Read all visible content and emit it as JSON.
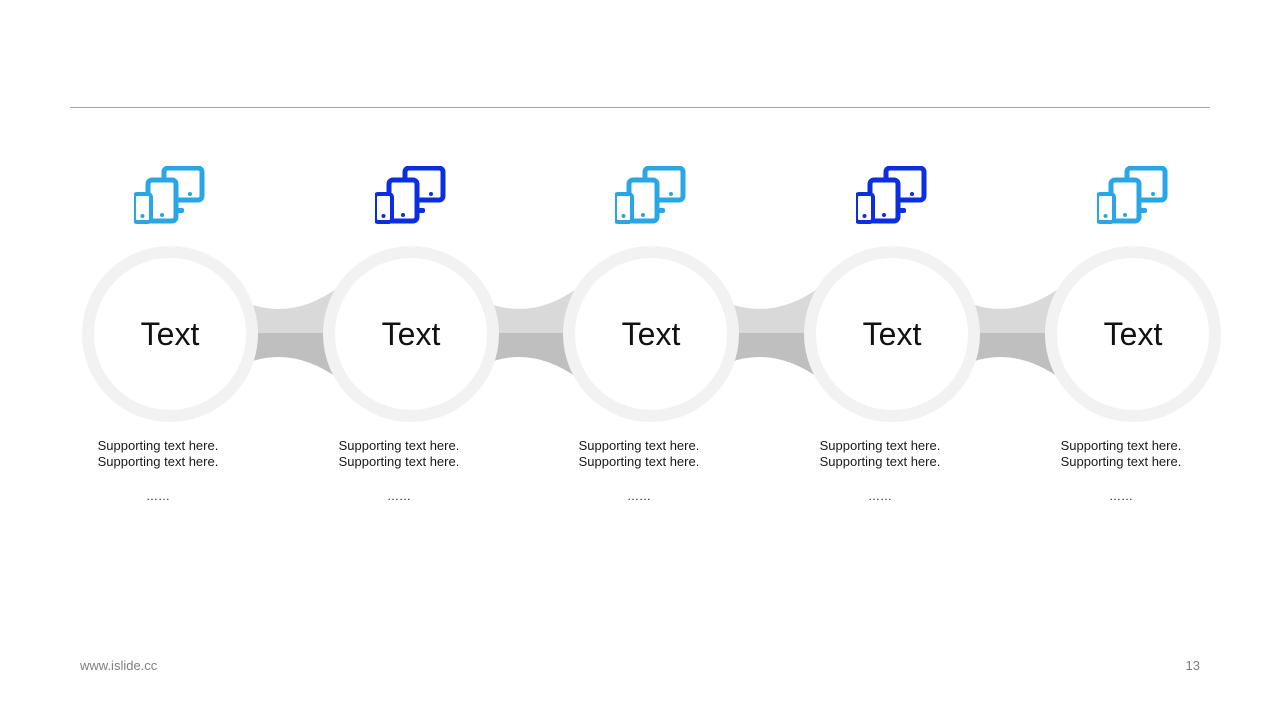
{
  "colors": {
    "light_blue": "#29a6e6",
    "dark_blue": "#0a2fe0"
  },
  "steps": [
    {
      "icon": "devices-icon",
      "title": "Text",
      "line1": "Supporting  text here.",
      "line2": "Supporting  text here.",
      "dots": "……",
      "color": "#29a6e6"
    },
    {
      "icon": "devices-icon",
      "title": "Text",
      "line1": "Supporting  text here.",
      "line2": "Supporting  text here.",
      "dots": "……",
      "color": "#0a2fe0"
    },
    {
      "icon": "devices-icon",
      "title": "Text",
      "line1": "Supporting  text here.",
      "line2": "Supporting  text here.",
      "dots": "……",
      "color": "#29a6e6"
    },
    {
      "icon": "devices-icon",
      "title": "Text",
      "line1": "Supporting  text here.",
      "line2": "Supporting  text here.",
      "dots": "……",
      "color": "#0a2fe0"
    },
    {
      "icon": "devices-icon",
      "title": "Text",
      "line1": "Supporting  text here.",
      "line2": "Supporting  text here.",
      "dots": "……",
      "color": "#29a6e6"
    }
  ],
  "footer": {
    "url": "www.islide.cc",
    "page": "13"
  }
}
